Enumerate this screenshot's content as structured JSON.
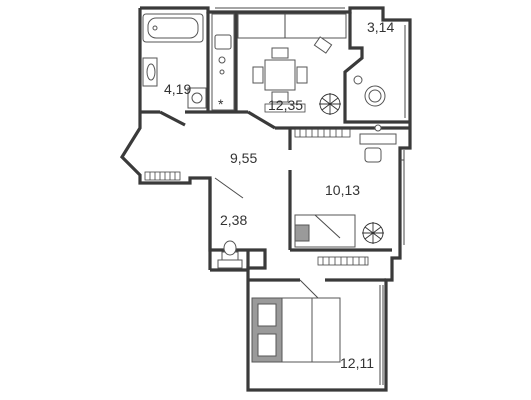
{
  "rooms": [
    {
      "id": "bathroom",
      "area": "4,19"
    },
    {
      "id": "kitchen",
      "area": "12,35"
    },
    {
      "id": "loggia",
      "area": "3,14"
    },
    {
      "id": "hall",
      "area": "9,55"
    },
    {
      "id": "bedroom-small",
      "area": "10,13"
    },
    {
      "id": "wc",
      "area": "2,38"
    },
    {
      "id": "bedroom-main",
      "area": "12,11"
    }
  ]
}
